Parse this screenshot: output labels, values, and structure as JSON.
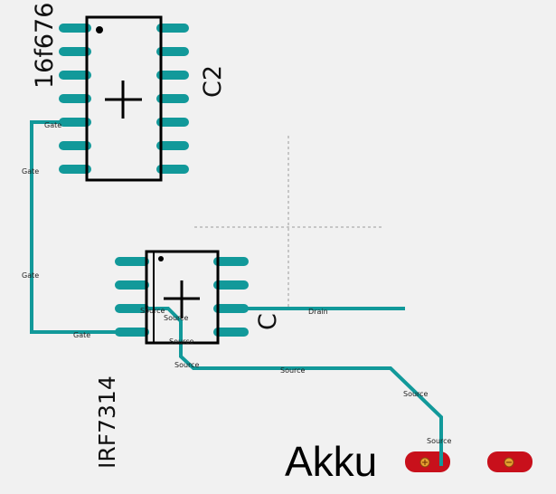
{
  "colors": {
    "background": "#f1f1f1",
    "trace": "#12999a",
    "pad": "#12999a",
    "outline": "#000000",
    "guide": "#9a9a9a",
    "terminal": "#c8101b",
    "terminal_mark": "#e8a030"
  },
  "chips": {
    "c2": {
      "ref": "C2",
      "part": "16f676",
      "marker_icon": "crosshair-icon"
    },
    "c1": {
      "ref": "C",
      "part": "IRF7314",
      "marker_icon": "crosshair-icon"
    }
  },
  "net_labels": {
    "gate_1": "Gate",
    "gate_2": "Gate",
    "gate_3": "Gate",
    "gate_4": "Gate",
    "source_1": "Source",
    "source_2": "Source",
    "source_3": "Source",
    "source_4": "Source",
    "source_5": "Source",
    "source_6": "Source",
    "source_7": "Source",
    "drain_1": "Drain"
  },
  "connector": {
    "label": "Akku",
    "plus_icon": "plus-terminal-icon",
    "minus_icon": "minus-terminal-icon"
  }
}
